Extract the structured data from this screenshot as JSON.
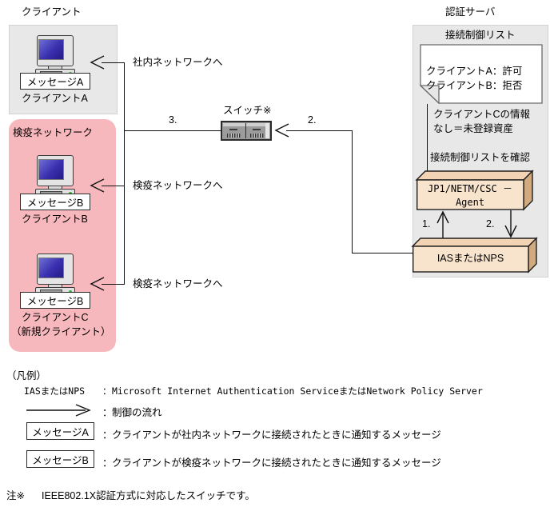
{
  "headings": {
    "client": "クライアント",
    "auth_server": "認証サーバ"
  },
  "client_area": {
    "client_a": {
      "message_label": "メッセージA",
      "name": "クライアントA",
      "arrow_label": "社内ネットワークへ"
    },
    "quarantine": {
      "zone_label": "検疫ネットワーク",
      "client_b": {
        "message_label": "メッセージB",
        "name": "クライアントB",
        "arrow_label": "検疫ネットワークへ"
      },
      "client_c": {
        "message_label": "メッセージB",
        "name": "クライアントC",
        "name_sub": "（新規クライアント）",
        "arrow_label": "検疫ネットワークへ"
      }
    }
  },
  "network": {
    "switch_label": "スイッチ※",
    "step_3": "3.",
    "step_2": "2."
  },
  "auth_server_area": {
    "acl_title": "接続制御リスト",
    "acl_lines": [
      "クライアントA：許可",
      "クライアントB：拒否"
    ],
    "note_lines": [
      "クライアントCの情報",
      "なし＝未登録資産"
    ],
    "check_label": "接続制御リストを確認",
    "agent_box": {
      "line1": "JP1/NETM/CSC －",
      "line2": "Agent"
    },
    "ias_box": {
      "label": "IASまたはNPS"
    },
    "step_1": "1.",
    "step_2": "2."
  },
  "legend": {
    "title": "（凡例）",
    "entries": [
      {
        "term": "IASまたはNPS",
        "colon": "：",
        "desc": "Microsoft Internet Authentication ServiceまたはNetwork Policy Server"
      },
      {
        "term": "arrow-glyph",
        "colon": "：",
        "desc": "制御の流れ"
      },
      {
        "term": "メッセージA",
        "colon": "：",
        "desc": "クライアントが社内ネットワークに接続されたときに通知するメッセージ"
      },
      {
        "term": "メッセージB",
        "colon": "：",
        "desc": "クライアントが検疫ネットワークに接続されたときに通知するメッセージ"
      }
    ]
  },
  "footnote": {
    "marker": "注※",
    "text": "IEEE802.1X認証方式に対応したスイッチです。"
  },
  "colors": {
    "panel_gray": "#e8e8e8",
    "quarantine_pink": "#f7b8bd",
    "box_face": "#f8e3cd",
    "box_side": "#d2aa80",
    "line": "#111111",
    "screen_blue": "#3a2fae"
  }
}
